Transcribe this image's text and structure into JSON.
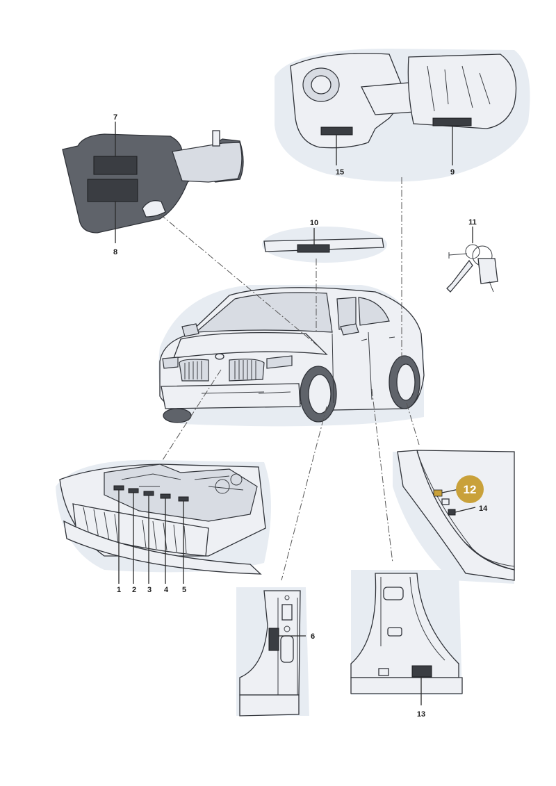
{
  "callouts": {
    "n1": "1",
    "n2": "2",
    "n3": "3",
    "n4": "4",
    "n5": "5",
    "n6": "6",
    "n7": "7",
    "n8": "8",
    "n9": "9",
    "n10": "10",
    "n11": "11",
    "n12": "12",
    "n13": "13",
    "n14": "14",
    "n15": "15"
  },
  "colors": {
    "highlight_badge": "#c9a13a",
    "label_dark": "#3a3d42",
    "panel_halo": "#e7ecf2"
  }
}
